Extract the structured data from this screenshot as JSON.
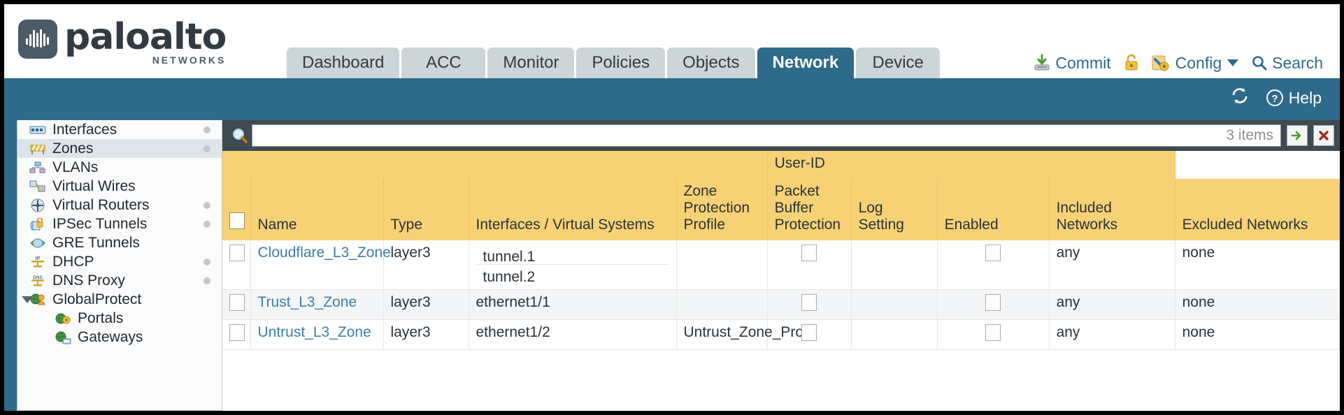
{
  "brand": {
    "name": "paloalto",
    "tagline": "NETWORKS",
    "registered": "®"
  },
  "nav": {
    "tabs": [
      {
        "label": "Dashboard",
        "active": false
      },
      {
        "label": "ACC",
        "active": false
      },
      {
        "label": "Monitor",
        "active": false
      },
      {
        "label": "Policies",
        "active": false
      },
      {
        "label": "Objects",
        "active": false
      },
      {
        "label": "Network",
        "active": true
      },
      {
        "label": "Device",
        "active": false
      }
    ]
  },
  "toolbar": {
    "commit_label": "Commit",
    "commit_icon": "commit-download-icon",
    "lock_icon": "padlock-icon",
    "config_label": "Config",
    "config_icon": "config-wrench-icon",
    "config_caret": "chevron-down-icon",
    "search_label": "Search",
    "search_icon": "magnifier-icon"
  },
  "band": {
    "refresh_icon": "refresh-icon",
    "help_label": "Help",
    "help_icon": "help-question-icon"
  },
  "sidebar": {
    "items": [
      {
        "label": "Interfaces",
        "icon": "interfaces-icon",
        "dot": true,
        "selected": false,
        "child": false,
        "expander": false
      },
      {
        "label": "Zones",
        "icon": "zones-icon",
        "dot": true,
        "selected": true,
        "child": false,
        "expander": false
      },
      {
        "label": "VLANs",
        "icon": "vlans-icon",
        "dot": false,
        "selected": false,
        "child": false,
        "expander": false
      },
      {
        "label": "Virtual Wires",
        "icon": "virtual-wires-icon",
        "dot": false,
        "selected": false,
        "child": false,
        "expander": false
      },
      {
        "label": "Virtual Routers",
        "icon": "virtual-routers-icon",
        "dot": true,
        "selected": false,
        "child": false,
        "expander": false
      },
      {
        "label": "IPSec Tunnels",
        "icon": "ipsec-tunnels-icon",
        "dot": true,
        "selected": false,
        "child": false,
        "expander": false
      },
      {
        "label": "GRE Tunnels",
        "icon": "gre-tunnels-icon",
        "dot": false,
        "selected": false,
        "child": false,
        "expander": false
      },
      {
        "label": "DHCP",
        "icon": "dhcp-icon",
        "dot": true,
        "selected": false,
        "child": false,
        "expander": false
      },
      {
        "label": "DNS Proxy",
        "icon": "dns-proxy-icon",
        "dot": true,
        "selected": false,
        "child": false,
        "expander": false
      },
      {
        "label": "GlobalProtect",
        "icon": "globalprotect-icon",
        "dot": false,
        "selected": false,
        "child": false,
        "expander": true
      },
      {
        "label": "Portals",
        "icon": "portals-icon",
        "dot": false,
        "selected": false,
        "child": true,
        "expander": false
      },
      {
        "label": "Gateways",
        "icon": "gateways-icon",
        "dot": false,
        "selected": false,
        "child": true,
        "expander": false
      }
    ]
  },
  "search": {
    "icon": "magnifier-icon",
    "value": "",
    "items_count": "3 items",
    "apply_icon": "green-arrow-icon",
    "clear_icon": "red-x-icon"
  },
  "table": {
    "group_header": "User-ID",
    "columns": [
      "Name",
      "Type",
      "Interfaces / Virtual Systems",
      "Zone Protection Profile",
      "Packet Buffer Protection",
      "Log Setting",
      "Enabled",
      "Included Networks",
      "Excluded Networks"
    ],
    "rows": [
      {
        "name": "Cloudflare_L3_Zone",
        "type": "layer3",
        "interfaces": [
          "tunnel.1",
          "tunnel.2"
        ],
        "zone_protection_profile": "",
        "packet_buffer_protection": false,
        "log_setting": "",
        "userid_enabled": false,
        "included_networks": "any",
        "excluded_networks": "none"
      },
      {
        "name": "Trust_L3_Zone",
        "type": "layer3",
        "interfaces": [
          "ethernet1/1"
        ],
        "zone_protection_profile": "",
        "packet_buffer_protection": false,
        "log_setting": "",
        "userid_enabled": false,
        "included_networks": "any",
        "excluded_networks": "none"
      },
      {
        "name": "Untrust_L3_Zone",
        "type": "layer3",
        "interfaces": [
          "ethernet1/2"
        ],
        "zone_protection_profile": "Untrust_Zone_Prof",
        "packet_buffer_protection": false,
        "log_setting": "",
        "userid_enabled": false,
        "included_networks": "any",
        "excluded_networks": "none"
      }
    ]
  },
  "colors": {
    "brand_blue": "#2e6a8a",
    "tab_inactive": "#ccd5d8",
    "header_gold": "#f6d275",
    "group_gold": "#e8bb4d",
    "search_bar": "#3f4a52",
    "link_blue": "#3c7fa6"
  }
}
